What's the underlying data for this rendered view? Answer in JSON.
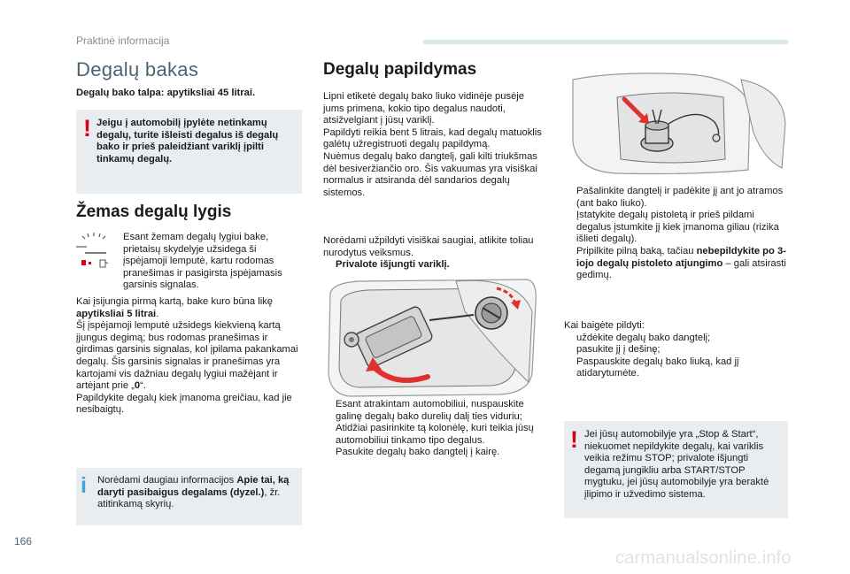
{
  "header": {
    "title": "Praktinė informacija",
    "accent_color": "#d7ebe0"
  },
  "tank": {
    "title": "Degalų bakas",
    "capacity": "Degalų bako talpa: apytiksliai 45 litrai.",
    "warning": "Jeigu į automobilį įpylėte netinkamų degalų, turite išleisti degalus iš degalų bako ir prieš paleidžiant variklį įpilti tinkamų degalų."
  },
  "low_level": {
    "title": "Žemas degalų lygis",
    "icon": "fuel-gauge-icon",
    "intro": "Esant žemam degalų lygiui bake, prietaisų skydelyje užsidega ši įspėjamoji lemputė, kartu rodomas pranešimas ir pasigirsta įspėjamasis garsinis signalas.",
    "body_1": "Kai įsijungia pirmą kartą, bake kuro būna likę",
    "body_bold": "apytiksliai 5 litrai",
    "body_2": ".",
    "body_3": "Šį įspėjamoji lemputė užsidegs kiekvieną kartą įjungus degimą; bus rodomas pranešimas ir girdimas garsinis signalas, kol įpilama pakankamai degalų. Šis garsinis signalas ir pranešimas yra kartojami vis dažniau degalų lygiui mažėjant ir artėjant prie „",
    "body_zero": "0",
    "body_4": "“.",
    "body_5": "Papildykite degalų kiek įmanoma greičiau, kad jie nesibaigtų.",
    "info_1": "Norėdami daugiau informacijos ",
    "info_bold": "Apie tai, ką daryti pasibaigus degalams (dyzel.)",
    "info_2": ", žr. atitinkamą skyrių."
  },
  "refuel": {
    "title": "Degalų papildymas",
    "label_text": "Lipni etiketė degalų bako liuko vidinėje pusėje jums primena, kokio tipo degalus naudoti, atsižvelgiant į jūsų variklį.",
    "min_text": "Papildyti reikia bent 5 litrais, kad degalų matuoklis galėtų užregistruoti degalų papildymą.",
    "vacuum_text": "Nuėmus degalų bako dangtelį, gali kilti triukšmas dėl besiveržiančio oro. Šis vakuumas yra visiškai normalus ir atsiranda dėl sandarios degalų sistemos.",
    "safe_intro": "Norėdami užpildyti visiškai saugiai, atlikite toliau nurodytus veiksmus.",
    "step_engine_off": "Privalote išjungti variklį.",
    "steps_1": [
      "Esant atrakintam automobiliui, nuspauskite galinę degalų bako durelių dalį ties viduriu;",
      "Atidžiai pasirinkite tą kolonėlę, kuri teikia jūsų automobiliui tinkamo tipo degalus.",
      "Pasukite degalų bako dangtelį į kairę."
    ],
    "step_2a": "Pašalinkite dangtelį ir padėkite jį ant jo atramos (ant bako liuko).",
    "step_2b": "Įstatykite degalų pistoletą ir prieš pildami degalus įstumkite jį kiek įmanoma giliau (rizika išlieti degalų).",
    "step_2c_1": "Pripilkite pilną baką, tačiau ",
    "step_2c_bold": "nebepildykite po 3-iojo degalų pistoleto atjungimo",
    "step_2c_2": " – gali atsirasti gedimų.",
    "finish_intro": "Kai baigėte pildyti:",
    "finish_steps": [
      "uždėkite degalų bako dangtelį;",
      "pasukite jį į dešinę;",
      "Paspauskite degalų bako liuką, kad jį atidarytumėte."
    ],
    "warning_stop_start": "Jei jūsų automobilyje yra „Stop & Start“, niekuomet nepildykite degalų, kai variklis veikia režimu STOP; privalote išjungti degamą jungikliu arba START/STOP mygtuku, jei jūsų automobilyje yra beraktė įlipimo ir užvedimo sistema."
  },
  "marks": {
    "warning": "!",
    "info": "i",
    "bullet": ""
  },
  "colors": {
    "warning": "#d9001b",
    "info": "#3fa6d6",
    "arrow": "#e03030",
    "box": "#e9edef"
  },
  "page_number": "166",
  "watermark": "carmanualsonline.info"
}
